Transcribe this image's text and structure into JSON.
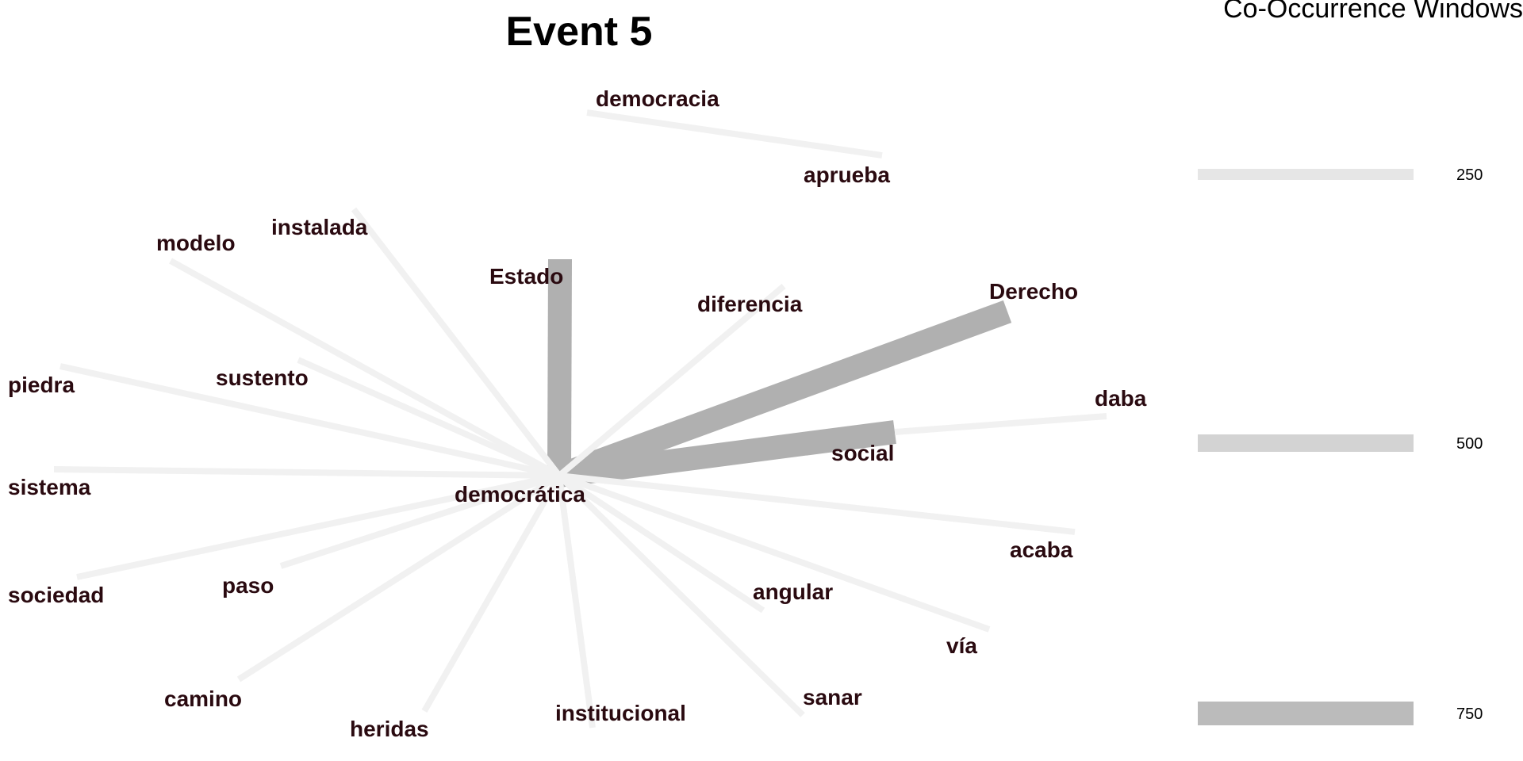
{
  "title": "Event 5",
  "legend": {
    "title": "Co-Occurrence Windows",
    "items": [
      {
        "label": "250",
        "value": 250,
        "color": "#e6e6e6"
      },
      {
        "label": "500",
        "value": 500,
        "color": "#d3d3d3"
      },
      {
        "label": "750",
        "value": 750,
        "color": "#bbbbbb"
      }
    ]
  },
  "center": "democrática",
  "nodes": [
    "democrática",
    "Estado",
    "Derecho",
    "social",
    "daba",
    "democracia",
    "aprueba",
    "instalada",
    "modelo",
    "diferencia",
    "sustento",
    "piedra",
    "sistema",
    "sociedad",
    "paso",
    "camino",
    "heridas",
    "institucional",
    "sanar",
    "angular",
    "vía",
    "acaba"
  ],
  "edges": [
    {
      "source": "democrática",
      "target": "Estado",
      "weight": 750,
      "color": "#b0b0b0"
    },
    {
      "source": "democrática",
      "target": "Derecho",
      "weight": 750,
      "color": "#b0b0b0"
    },
    {
      "source": "democrática",
      "target": "social",
      "weight": 750,
      "color": "#b0b0b0"
    },
    {
      "source": "social",
      "target": "daba",
      "weight": 60,
      "color": "#f1f1f1"
    },
    {
      "source": "democracia",
      "target": "aprueba",
      "weight": 60,
      "color": "#f1f1f1"
    },
    {
      "source": "democrática",
      "target": "instalada",
      "weight": 60,
      "color": "#f1f1f1"
    },
    {
      "source": "democrática",
      "target": "modelo",
      "weight": 60,
      "color": "#f1f1f1"
    },
    {
      "source": "democrática",
      "target": "diferencia",
      "weight": 60,
      "color": "#f1f1f1"
    },
    {
      "source": "democrática",
      "target": "sustento",
      "weight": 60,
      "color": "#f1f1f1"
    },
    {
      "source": "democrática",
      "target": "piedra",
      "weight": 60,
      "color": "#f1f1f1"
    },
    {
      "source": "democrática",
      "target": "sistema",
      "weight": 60,
      "color": "#f1f1f1"
    },
    {
      "source": "democrática",
      "target": "sociedad",
      "weight": 60,
      "color": "#f1f1f1"
    },
    {
      "source": "democrática",
      "target": "paso",
      "weight": 60,
      "color": "#f1f1f1"
    },
    {
      "source": "democrática",
      "target": "camino",
      "weight": 60,
      "color": "#f1f1f1"
    },
    {
      "source": "democrática",
      "target": "heridas",
      "weight": 60,
      "color": "#f1f1f1"
    },
    {
      "source": "democrática",
      "target": "institucional",
      "weight": 60,
      "color": "#f1f1f1"
    },
    {
      "source": "democrática",
      "target": "sanar",
      "weight": 60,
      "color": "#f1f1f1"
    },
    {
      "source": "democrática",
      "target": "angular",
      "weight": 60,
      "color": "#f1f1f1"
    },
    {
      "source": "democrática",
      "target": "vía",
      "weight": 60,
      "color": "#f1f1f1"
    },
    {
      "source": "democrática",
      "target": "acaba",
      "weight": 60,
      "color": "#f1f1f1"
    }
  ],
  "colors": {
    "label": "#2a0a10",
    "strong_edge": "#b0b0b0",
    "weak_edge": "#f1f1f1"
  }
}
